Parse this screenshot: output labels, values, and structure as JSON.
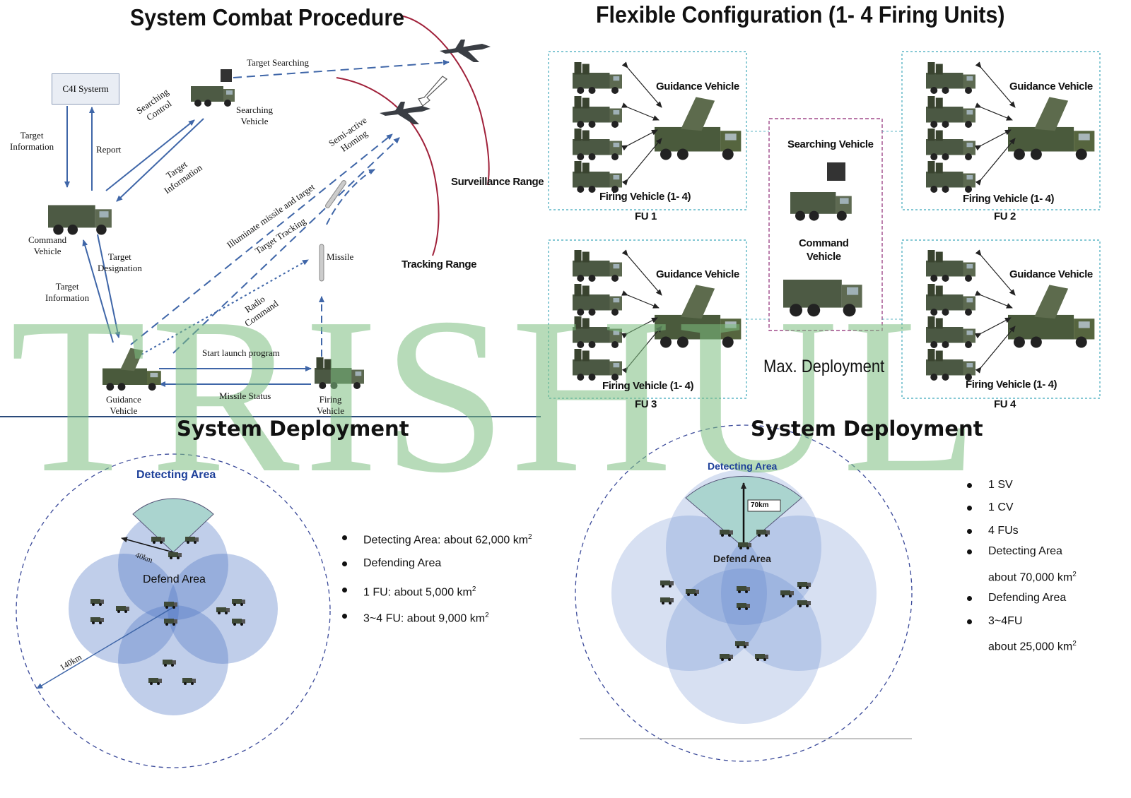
{
  "combat": {
    "title": "System Combat Procedure",
    "c4i": "C4I Systerm",
    "target_info_1": "Target\nInformation",
    "report": "Report",
    "searching_control": "Searching\nControl",
    "target_info_2": "Target\nInformation",
    "searching_vehicle": "Searching\nVehicle",
    "target_searching": "Target Searching",
    "semi_active": "Semi-active\nHoming",
    "surveillance_range": "Surveillance Range",
    "tracking_range": "Tracking Range",
    "illuminate": "Illuminate missile  and target",
    "target_tracking": "Target Tracking",
    "missile": "Missile",
    "radio_command": "Radio\nCommand",
    "command_vehicle": "Command\nVehicle",
    "target_designation": "Target\nDesignation",
    "target_info_3": "Target\nInformation",
    "start_launch": "Start launch program",
    "missile_status": "Missile Status",
    "guidance_vehicle": "Guidance\nVehicle",
    "firing_vehicle": "Firing\nVehicle"
  },
  "config": {
    "title": "Flexible Configuration (1- 4 Firing Units)",
    "units": [
      {
        "guidance": "Guidance Vehicle",
        "firing": "Firing Vehicle  (1- 4)",
        "label": "FU 1"
      },
      {
        "guidance": "Guidance Vehicle",
        "firing": "Firing Vehicle  (1- 4)",
        "label": "FU 2"
      },
      {
        "guidance": "Guidance Vehicle",
        "firing": "Firing Vehicle  (1- 4)",
        "label": "FU 3"
      },
      {
        "guidance": "Guidance Vehicle",
        "firing": "Firing Vehicle  (1- 4)",
        "label": "FU 4"
      }
    ],
    "searching_vehicle": "Searching Vehicle",
    "command_vehicle": "Command\nVehicle",
    "max_deployment": "Max. Deployment"
  },
  "watermark": "TRISHUL",
  "deploy_left": {
    "title": "System Deployment",
    "detecting_area": "Detecting Area",
    "defend_area": "Defend Area",
    "r40": "40km",
    "r140": "140km",
    "bullets": [
      {
        "text": "Detecting Area: about 62,000 km",
        "sup": "2"
      },
      {
        "text": "Defending Area",
        "sup": ""
      },
      {
        "text": "1 FU: about 5,000 km",
        "sup": "2"
      },
      {
        "text": "3~4 FU: about 9,000 km",
        "sup": "2"
      }
    ]
  },
  "deploy_right": {
    "title": "System Deployment",
    "detecting_area": "Detecting Area",
    "defend_area": "Defend Area",
    "r70": "70km",
    "bullets": [
      {
        "text": "1  SV",
        "sup": "",
        "dot": true
      },
      {
        "text": "1  CV",
        "sup": "",
        "dot": true
      },
      {
        "text": "4  FUs",
        "sup": "",
        "dot": true
      },
      {
        "text": "Detecting Area",
        "sup": "",
        "dot": true
      },
      {
        "text": "about 70,000 km",
        "sup": "2",
        "dot": false
      },
      {
        "text": "Defending Area",
        "sup": "",
        "dot": true
      },
      {
        "text": "3~4FU",
        "sup": "",
        "dot": true
      },
      {
        "text": "about 25,000 km",
        "sup": "2",
        "dot": false
      }
    ]
  }
}
